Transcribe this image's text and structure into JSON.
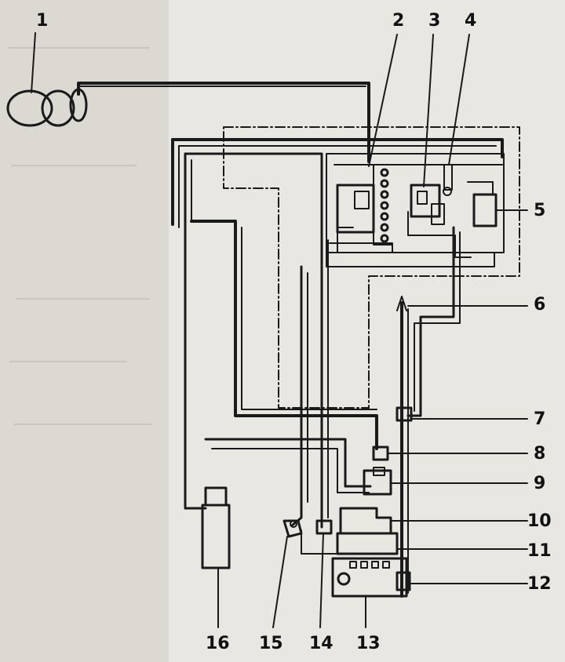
{
  "labels": {
    "l1": "1",
    "l2": "2",
    "l3": "3",
    "l4": "4",
    "l5": "5",
    "l6": "6",
    "l7": "7",
    "l8": "8",
    "l9": "9",
    "l10": "10",
    "l11": "11",
    "l12": "12",
    "l13": "13",
    "l14": "14",
    "l15": "15",
    "l16": "16"
  },
  "colors": {
    "line": "#1a1a1a",
    "paper": "#e9e7e2",
    "panel": "#dcd9d3"
  }
}
